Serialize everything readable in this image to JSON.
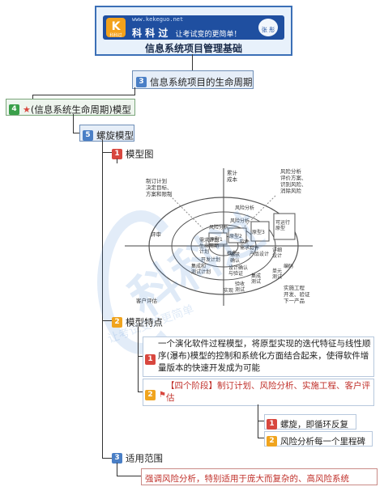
{
  "header": {
    "url": "www.kekeguo.net",
    "brand": "科 科 过",
    "slogan": "让考试变的更简单！",
    "badge": "张 彤",
    "logo_letter": "K",
    "logo_caption": "科科过",
    "title": "信息系统项目管理基础"
  },
  "nodes": {
    "n3": {
      "num": "3",
      "label": "信息系统项目的生命周期"
    },
    "n4": {
      "num": "4",
      "label": "(信息系统生命周期)模型"
    },
    "n5": {
      "num": "5",
      "label": "螺旋模型"
    },
    "n1_diagram": {
      "num": "1",
      "label": "模型图"
    },
    "n2_features": {
      "num": "2",
      "label": "模型特点"
    },
    "feature1": {
      "num": "1",
      "text": "一个演化软件过程模型，将原型实现的迭代特征与线性顺序(瀑布)模型的控制和系统化方面结合起来，使得软件增量版本的快速开发成为可能"
    },
    "feature2": {
      "num": "2",
      "text": "【四个阶段】制订计划、风险分析、实施工程、客户评估"
    },
    "sub1": {
      "num": "1",
      "text": "螺旋，即循环反复"
    },
    "sub2": {
      "num": "2",
      "text": "风险分析每一个里程碑"
    },
    "n3_scope": {
      "num": "3",
      "label": "适用范围"
    },
    "scope_text": "强调风险分析，特别适用于庞大而复杂的、高风险系统"
  },
  "spiral_labels": {
    "plan": "制订计划\n决定目标、\n方案和限制",
    "cumcost": "累计\n成本",
    "risk": "风险分析\n评价方案、\n识别风险、\n消除风险",
    "risk_inner": "风险分析",
    "risk_inner2": "风险分析",
    "risk_inner3": "风险分析",
    "prototype1": "原型1",
    "prototype2": "原型2",
    "prototype3": "原型3",
    "prototype_run": "可运行\n原型",
    "review": "评审",
    "req_plan": "需求计划\n生命周期\n计划",
    "dev_plan": "开发计划",
    "software_req": "软件\n需求",
    "concept": "概念",
    "validation": "需求\n确认",
    "integration": "集成和\n测试计划",
    "design_verify": "设计确认\n与验证",
    "product_design": "软件\n产品设计",
    "detail_design": "详细\n设计",
    "coding": "编码",
    "unit_test": "单元\n测试",
    "integration_test": "集成\n测试",
    "acceptance": "验收\n测试",
    "implement": "实现",
    "customer": "客户评估",
    "engineering": "实施工程\n开发、验证\n下一产品"
  },
  "watermark": {
    "big": "科科过",
    "small": "让考试变的更简单"
  }
}
